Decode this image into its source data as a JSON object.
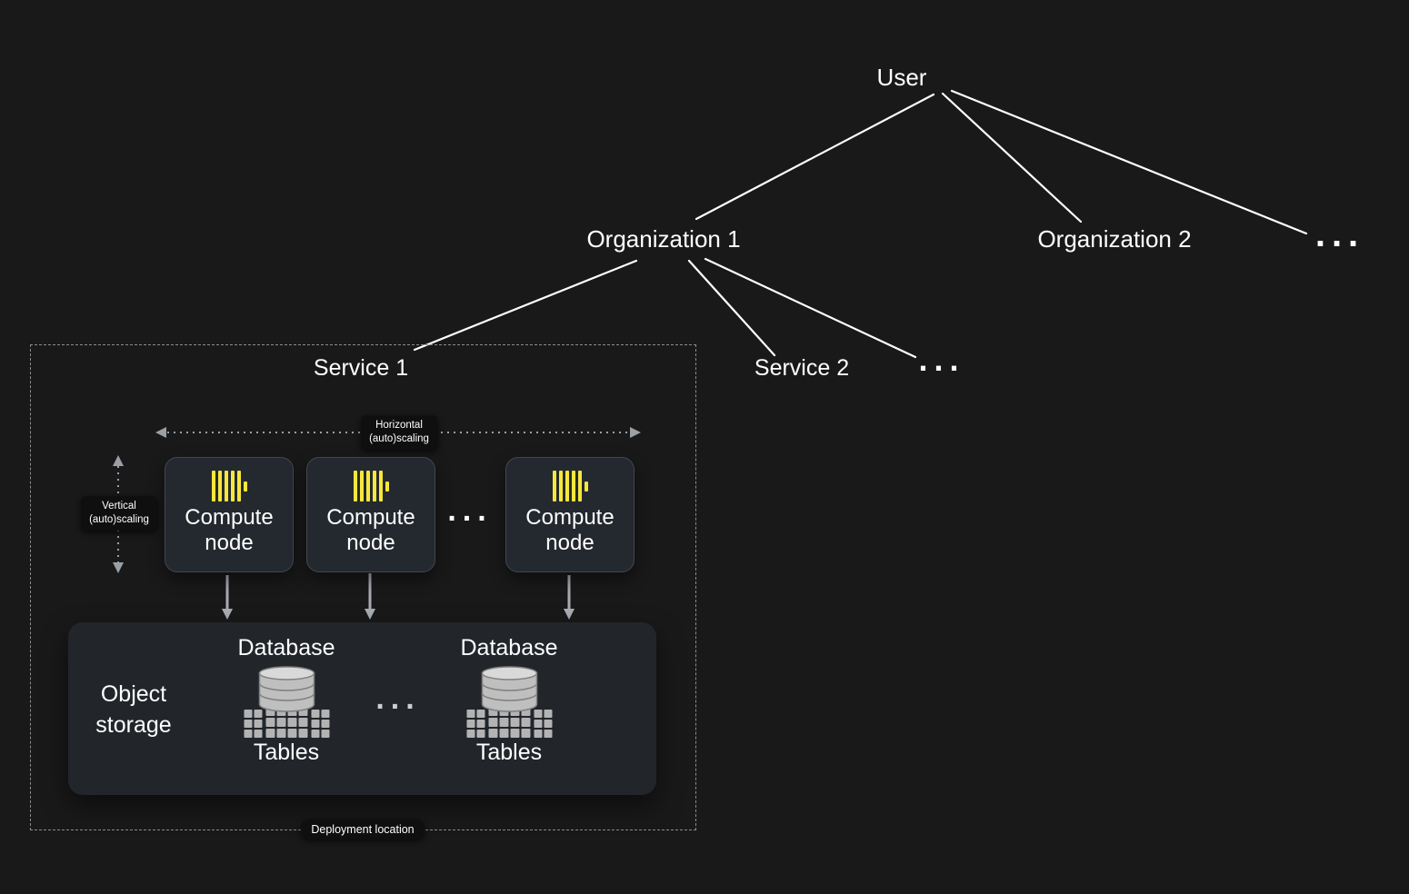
{
  "tree": {
    "user": "User",
    "organization1": "Organization 1",
    "organization2": "Organization 2",
    "organizations_ellipsis": "...",
    "service1": "Service 1",
    "service2": "Service 2",
    "services_ellipsis": "..."
  },
  "service_detail": {
    "horizontal_scaling_line1": "Horizontal",
    "horizontal_scaling_line2": "(auto)scaling",
    "vertical_scaling_line1": "Vertical",
    "vertical_scaling_line2": "(auto)scaling",
    "compute_nodes": [
      {
        "label": "Compute node"
      },
      {
        "label": "Compute node"
      },
      {
        "label": "Compute node"
      }
    ],
    "compute_ellipsis": "...",
    "deployment_location": "Deployment location"
  },
  "storage": {
    "label": "Object storage",
    "databases": [
      {
        "database_label": "Database",
        "tables_label": "Tables"
      },
      {
        "database_label": "Database",
        "tables_label": "Tables"
      }
    ],
    "databases_ellipsis": "..."
  },
  "colors": {
    "background": "#191919",
    "text": "#ffffff",
    "accent_yellow": "#f6e73c",
    "node_fill": "#24292f",
    "node_border": "#42474e",
    "storage_fill": "#22262b",
    "badge_fill": "#0f0f0f",
    "connector_line": "#ffffff",
    "arrow_gray": "#a9adb2",
    "dotted_arrow": "#9aa0a6",
    "dashed_border": "#8c8c8c",
    "icon_gray": "#b3b3b3"
  }
}
